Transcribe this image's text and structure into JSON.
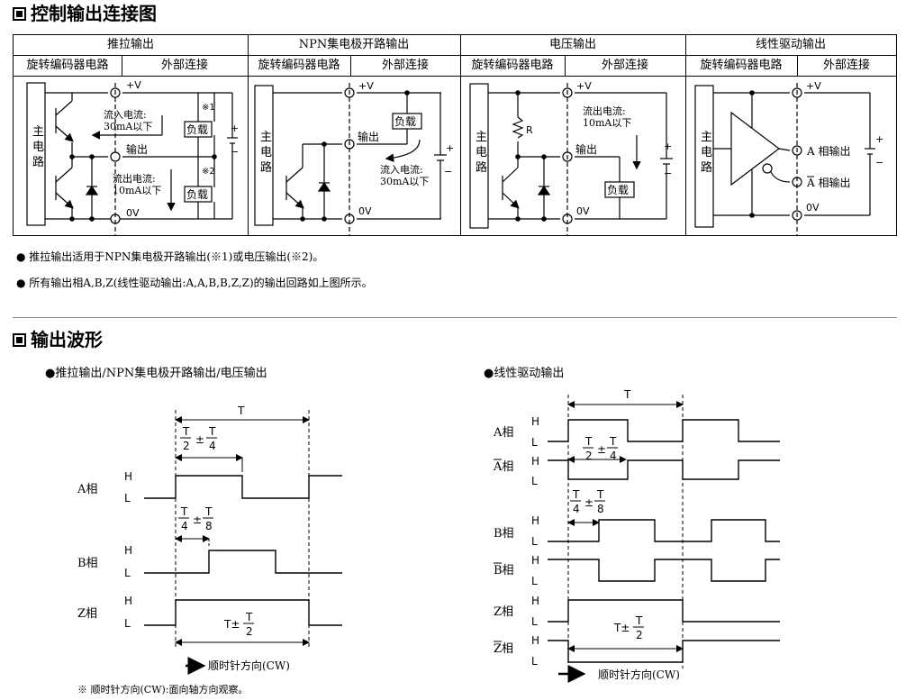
{
  "sections": {
    "control_title": "控制输出连接图",
    "waveform_title": "输出波形"
  },
  "table": {
    "headers": [
      "推拉输出",
      "NPN集电极开路输出",
      "电压输出",
      "线性驱动输出"
    ],
    "sub_left": "旋转编码器电路",
    "sub_right": "外部连接"
  },
  "circuit": {
    "main_circuit": [
      "主",
      "电",
      "路"
    ],
    "vplus": "+V",
    "zero_v": "0V",
    "output": "输出",
    "load": "负载",
    "inflow_label": "流入电流:",
    "inflow_value": "30mA以下",
    "outflow_label": "流出电流:",
    "outflow_value": "10mA以下",
    "note1": "※1",
    "note2": "※2",
    "resistor": "R",
    "a_out": "A 相输出",
    "a_bar_out": "A 相输出",
    "plus": "+",
    "minus": "−"
  },
  "notes": [
    "● 推拉输出适用于NPN集电极开路输出(※1)或电压输出(※2)。",
    "● 所有输出相A,B,Z(线性驱动输出:A,A,B,B,Z,Z)的输出回路如上图所示。"
  ],
  "waveforms": {
    "left_title": "●推拉输出/NPN集电极开路输出/电压输出",
    "right_title": "●线性驱动输出",
    "period": "T",
    "high": "H",
    "low": "L",
    "phase_a": "A相",
    "phase_b": "B相",
    "phase_z": "Z相",
    "phase_a_bar": "A相",
    "phase_b_bar": "B相",
    "phase_z_bar": "Z相",
    "half_t": "T",
    "pm": "±",
    "den2": "2",
    "den4": "4",
    "den8": "8",
    "t_pm": "T±",
    "cw": "顺时针方向(CW)",
    "footnote": "※ 顺时针方向(CW):面向轴方向观察。"
  }
}
